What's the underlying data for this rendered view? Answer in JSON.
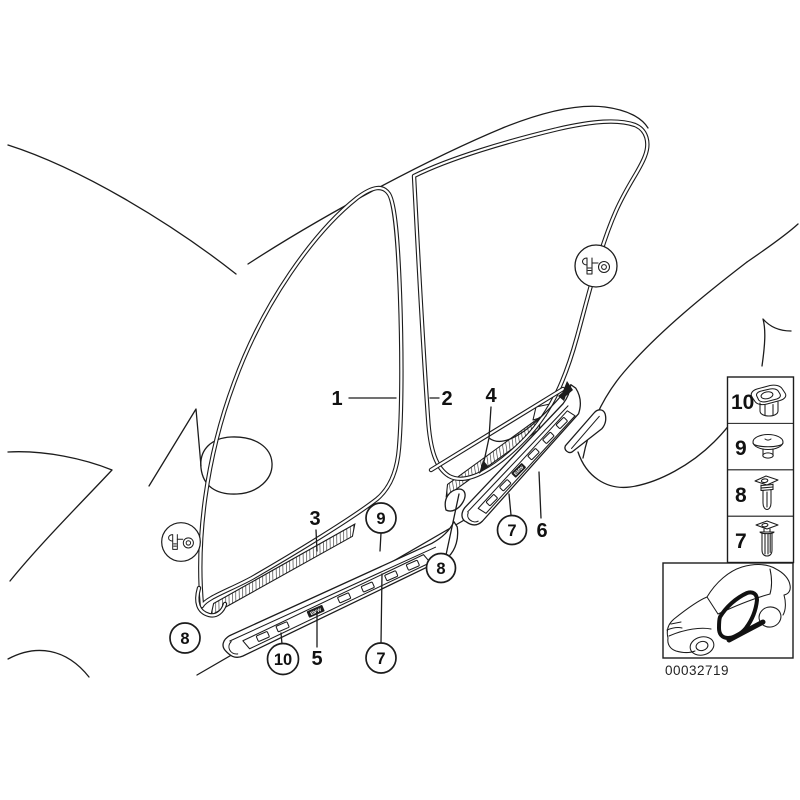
{
  "diagram": {
    "plain_callouts": [
      {
        "label": "1"
      },
      {
        "label": "2"
      },
      {
        "label": "3"
      },
      {
        "label": "4"
      },
      {
        "label": "5"
      },
      {
        "label": "6"
      }
    ],
    "circled_callouts": [
      {
        "label": "9"
      },
      {
        "label": "8"
      },
      {
        "label": "10"
      },
      {
        "label": "7"
      },
      {
        "label": "7"
      },
      {
        "label": "8"
      }
    ],
    "sill_badge_text": "BMW"
  },
  "legend": {
    "items": [
      {
        "number": "10",
        "icon": "grommet-nut-icon"
      },
      {
        "number": "9",
        "icon": "round-rivet-clip-icon"
      },
      {
        "number": "8",
        "icon": "expanding-clip-icon"
      },
      {
        "number": "7",
        "icon": "expanding-rivet-icon"
      }
    ]
  },
  "thumbnail": {
    "highlight_color": "#111111"
  },
  "footer": {
    "part_number": "00032719"
  }
}
